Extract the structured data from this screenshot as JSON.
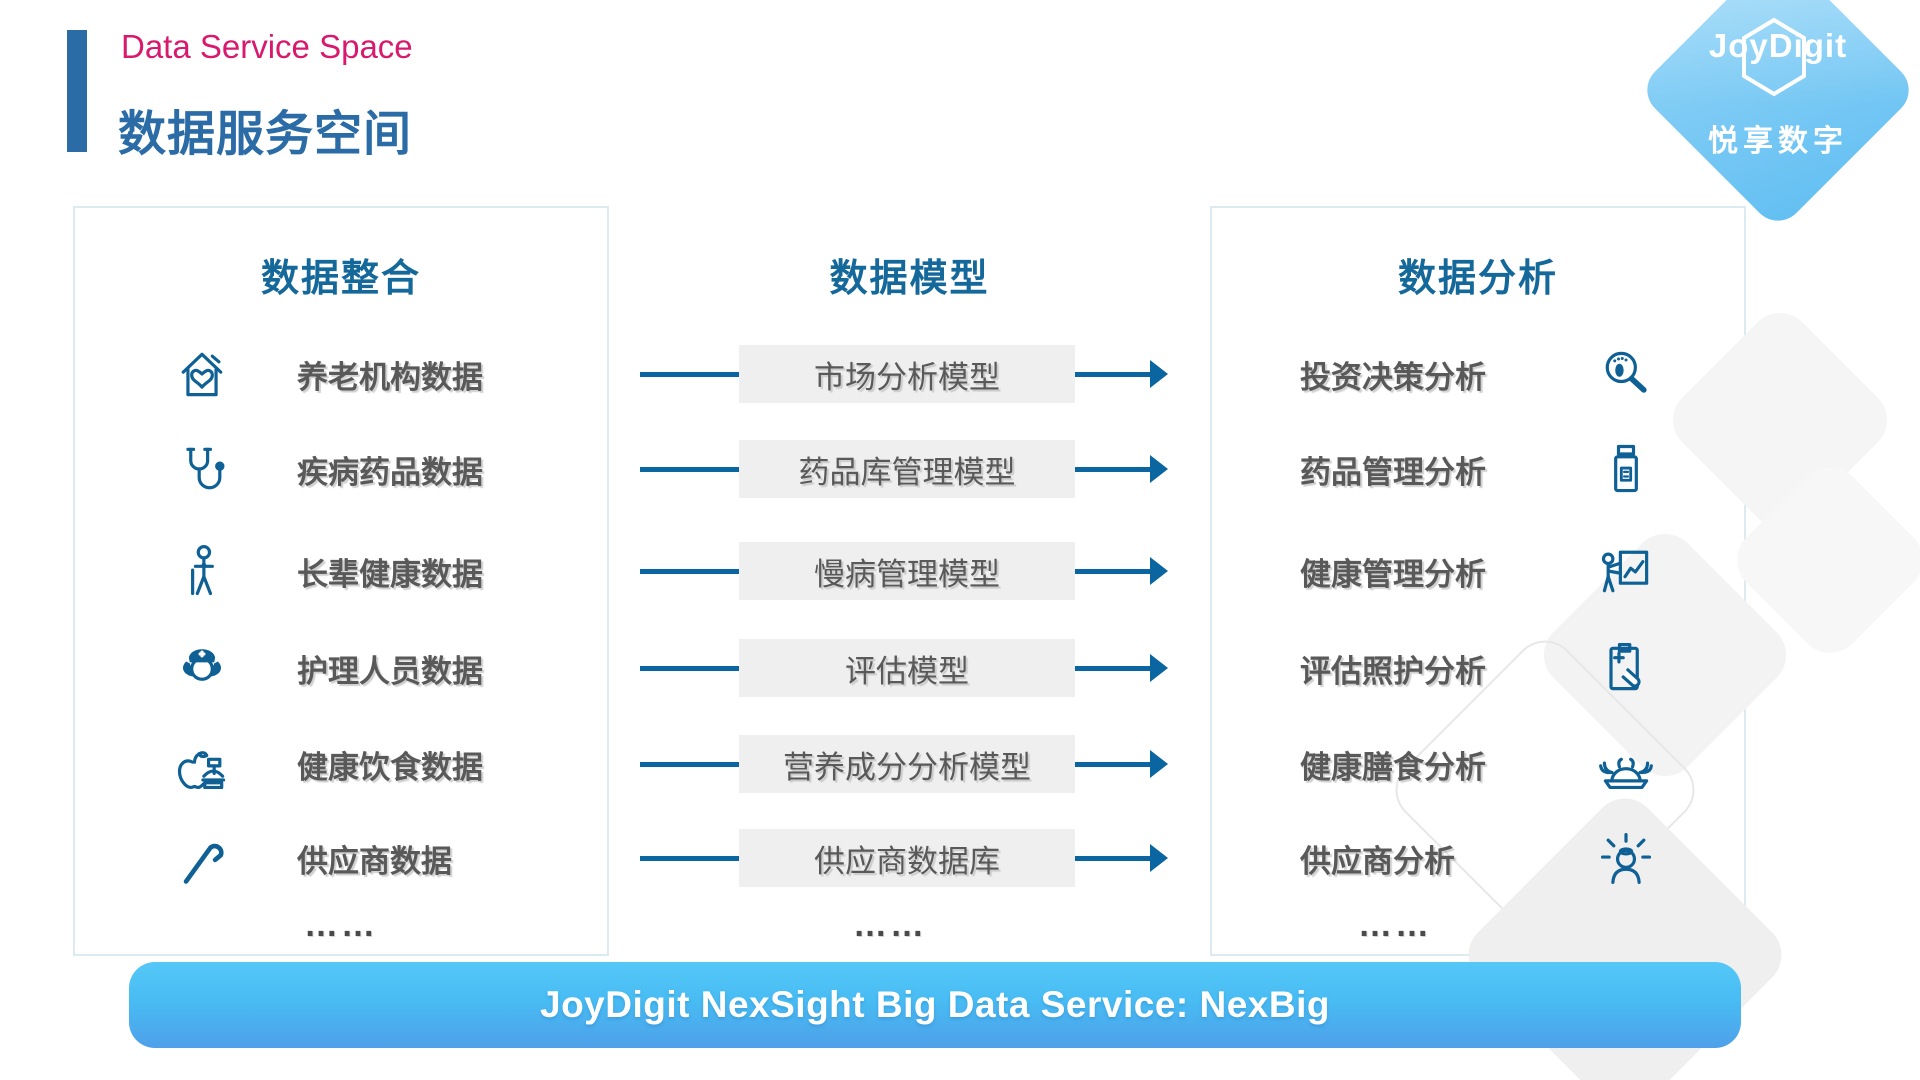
{
  "header": {
    "subtitle_en": "Data Service Space",
    "title_zh": "数据服务空间"
  },
  "logo": {
    "brand": "JoyDigit",
    "brand_zh": "悦享数字"
  },
  "columns": {
    "integration": {
      "title": "数据整合",
      "items": [
        {
          "icon": "house-heart-icon",
          "label": "养老机构数据"
        },
        {
          "icon": "stethoscope-icon",
          "label": "疾病药品数据"
        },
        {
          "icon": "elderly-person-icon",
          "label": "长辈健康数据"
        },
        {
          "icon": "nurse-icon",
          "label": "护理人员数据"
        },
        {
          "icon": "healthy-food-icon",
          "label": "健康饮食数据"
        },
        {
          "icon": "cane-icon",
          "label": "供应商数据"
        }
      ],
      "more": "……"
    },
    "models": {
      "title": "数据模型",
      "items": [
        {
          "label": "市场分析模型"
        },
        {
          "label": "药品库管理模型"
        },
        {
          "label": "慢病管理模型"
        },
        {
          "label": "评估模型"
        },
        {
          "label": "营养成分分析模型"
        },
        {
          "label": "供应商数据库"
        }
      ],
      "more": "……"
    },
    "analysis": {
      "title": "数据分析",
      "items": [
        {
          "icon": "magnifier-footprint-icon",
          "label": "投资决策分析"
        },
        {
          "icon": "medicine-bottle-icon",
          "label": "药品管理分析"
        },
        {
          "icon": "health-presentation-icon",
          "label": "健康管理分析"
        },
        {
          "icon": "care-clipboard-icon",
          "label": "评估照护分析"
        },
        {
          "icon": "meal-icon",
          "label": "健康膳食分析"
        },
        {
          "icon": "supplier-idea-icon",
          "label": "供应商分析"
        }
      ],
      "more": "……"
    }
  },
  "banner": {
    "text": "JoyDigit NexSight Big Data Service: NexBig"
  },
  "colors": {
    "accent_blue": "#2B6CA7",
    "title_pink": "#D9196E",
    "header_blue": "#14689A",
    "icon_blue": "#0E6095",
    "arrow_blue": "#0A65A0",
    "box_gray": "#EFEFEF",
    "label_gray": "#595959",
    "panel_border": "#DCEAF1",
    "logo_blue": "#7ECBF5",
    "banner_blue_top": "#55C8F8",
    "banner_blue_bottom": "#4EA0E9"
  }
}
